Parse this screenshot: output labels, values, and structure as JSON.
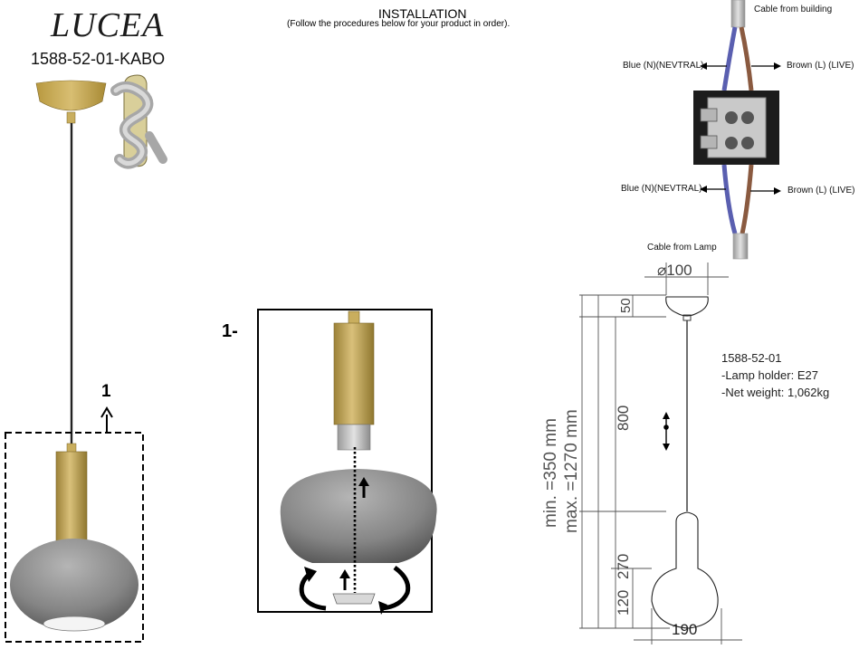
{
  "header": {
    "brand": "LUCEA",
    "model": "1588-52-01-KABO",
    "installation_title": "INSTALLATION",
    "installation_subtitle": "(Follow the procedures below for your product in order)."
  },
  "wiring": {
    "top_cable": "Cable from building",
    "bottom_cable": "Cable from Lamp",
    "blue_top": "Blue (N)(NEVTRAL)",
    "brown_top": "Brown (L) (LIVE)",
    "blue_bottom": "Blue (N)(NEVTRAL)",
    "brown_bottom": "Brown (L) (LIVE)",
    "colors": {
      "blue": "#5a5fb0",
      "brown": "#8a5a40"
    }
  },
  "steps": {
    "marker_label": "1",
    "detail_label": "1-"
  },
  "dimensions": {
    "diameter": "⌀100",
    "canopy_height": "50",
    "cable_length": "800",
    "total_height": "270",
    "lower_height": "120",
    "shade_width": "190",
    "min_length": "min. =350 mm",
    "max_length": "max. =1270 mm"
  },
  "specs": {
    "code": "1588-52-01",
    "lamp_holder": "-Lamp holder: E27",
    "net_weight": "-Net weight: 1,062kg"
  },
  "colors": {
    "gold": "#b79a4a",
    "smoke_glass": "#7d7d7d",
    "frame": "#000000"
  }
}
